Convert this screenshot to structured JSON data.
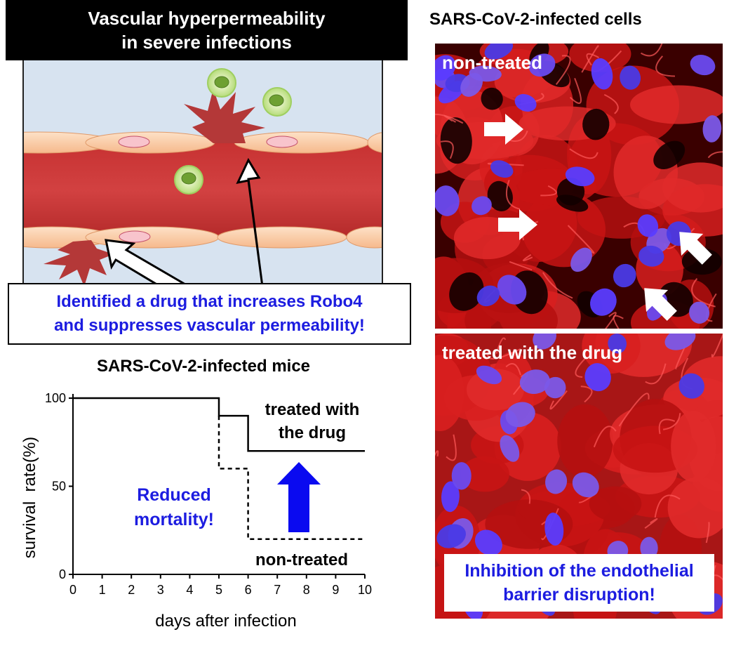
{
  "diagram": {
    "title_line1": "Vascular hyperpermeability",
    "title_line2": "in severe infections",
    "callout_line1": "Identified a drug that increases Robo4",
    "callout_line2": "and suppresses vascular permeability!"
  },
  "microscopy": {
    "title": "SARS-CoV-2-infected cells",
    "top_label": "non-treated",
    "bottom_label": "treated with the drug",
    "result_line1": "Inhibition of the endothelial",
    "result_line2": "barrier disruption!"
  },
  "chart_data": {
    "type": "line",
    "title": "SARS-CoV-2-infected mice",
    "xlabel": "days after infection",
    "ylabel": "survival  rate(%)",
    "xlim": [
      0,
      10
    ],
    "ylim": [
      0,
      100
    ],
    "x_ticks": [
      0,
      1,
      2,
      3,
      4,
      5,
      6,
      7,
      8,
      9,
      10
    ],
    "y_ticks": [
      0,
      50,
      100
    ],
    "series": [
      {
        "name": "treated with the drug",
        "style": "solid",
        "x": [
          0,
          5,
          5,
          6,
          6,
          10
        ],
        "y": [
          100,
          100,
          90,
          90,
          70,
          70
        ]
      },
      {
        "name": "non-treated",
        "style": "dashed",
        "x": [
          5,
          5,
          6,
          6,
          10
        ],
        "y": [
          90,
          60,
          60,
          20,
          20
        ]
      }
    ],
    "annotations": {
      "treated_line1": "treated with",
      "treated_line2": "the drug",
      "nontreated": "non-treated",
      "mortality_line1": "Reduced",
      "mortality_line2": "mortality!"
    },
    "colors": {
      "line": "#000000",
      "annotation": "#1c1ce0",
      "arrow": "#0a0af0"
    }
  }
}
